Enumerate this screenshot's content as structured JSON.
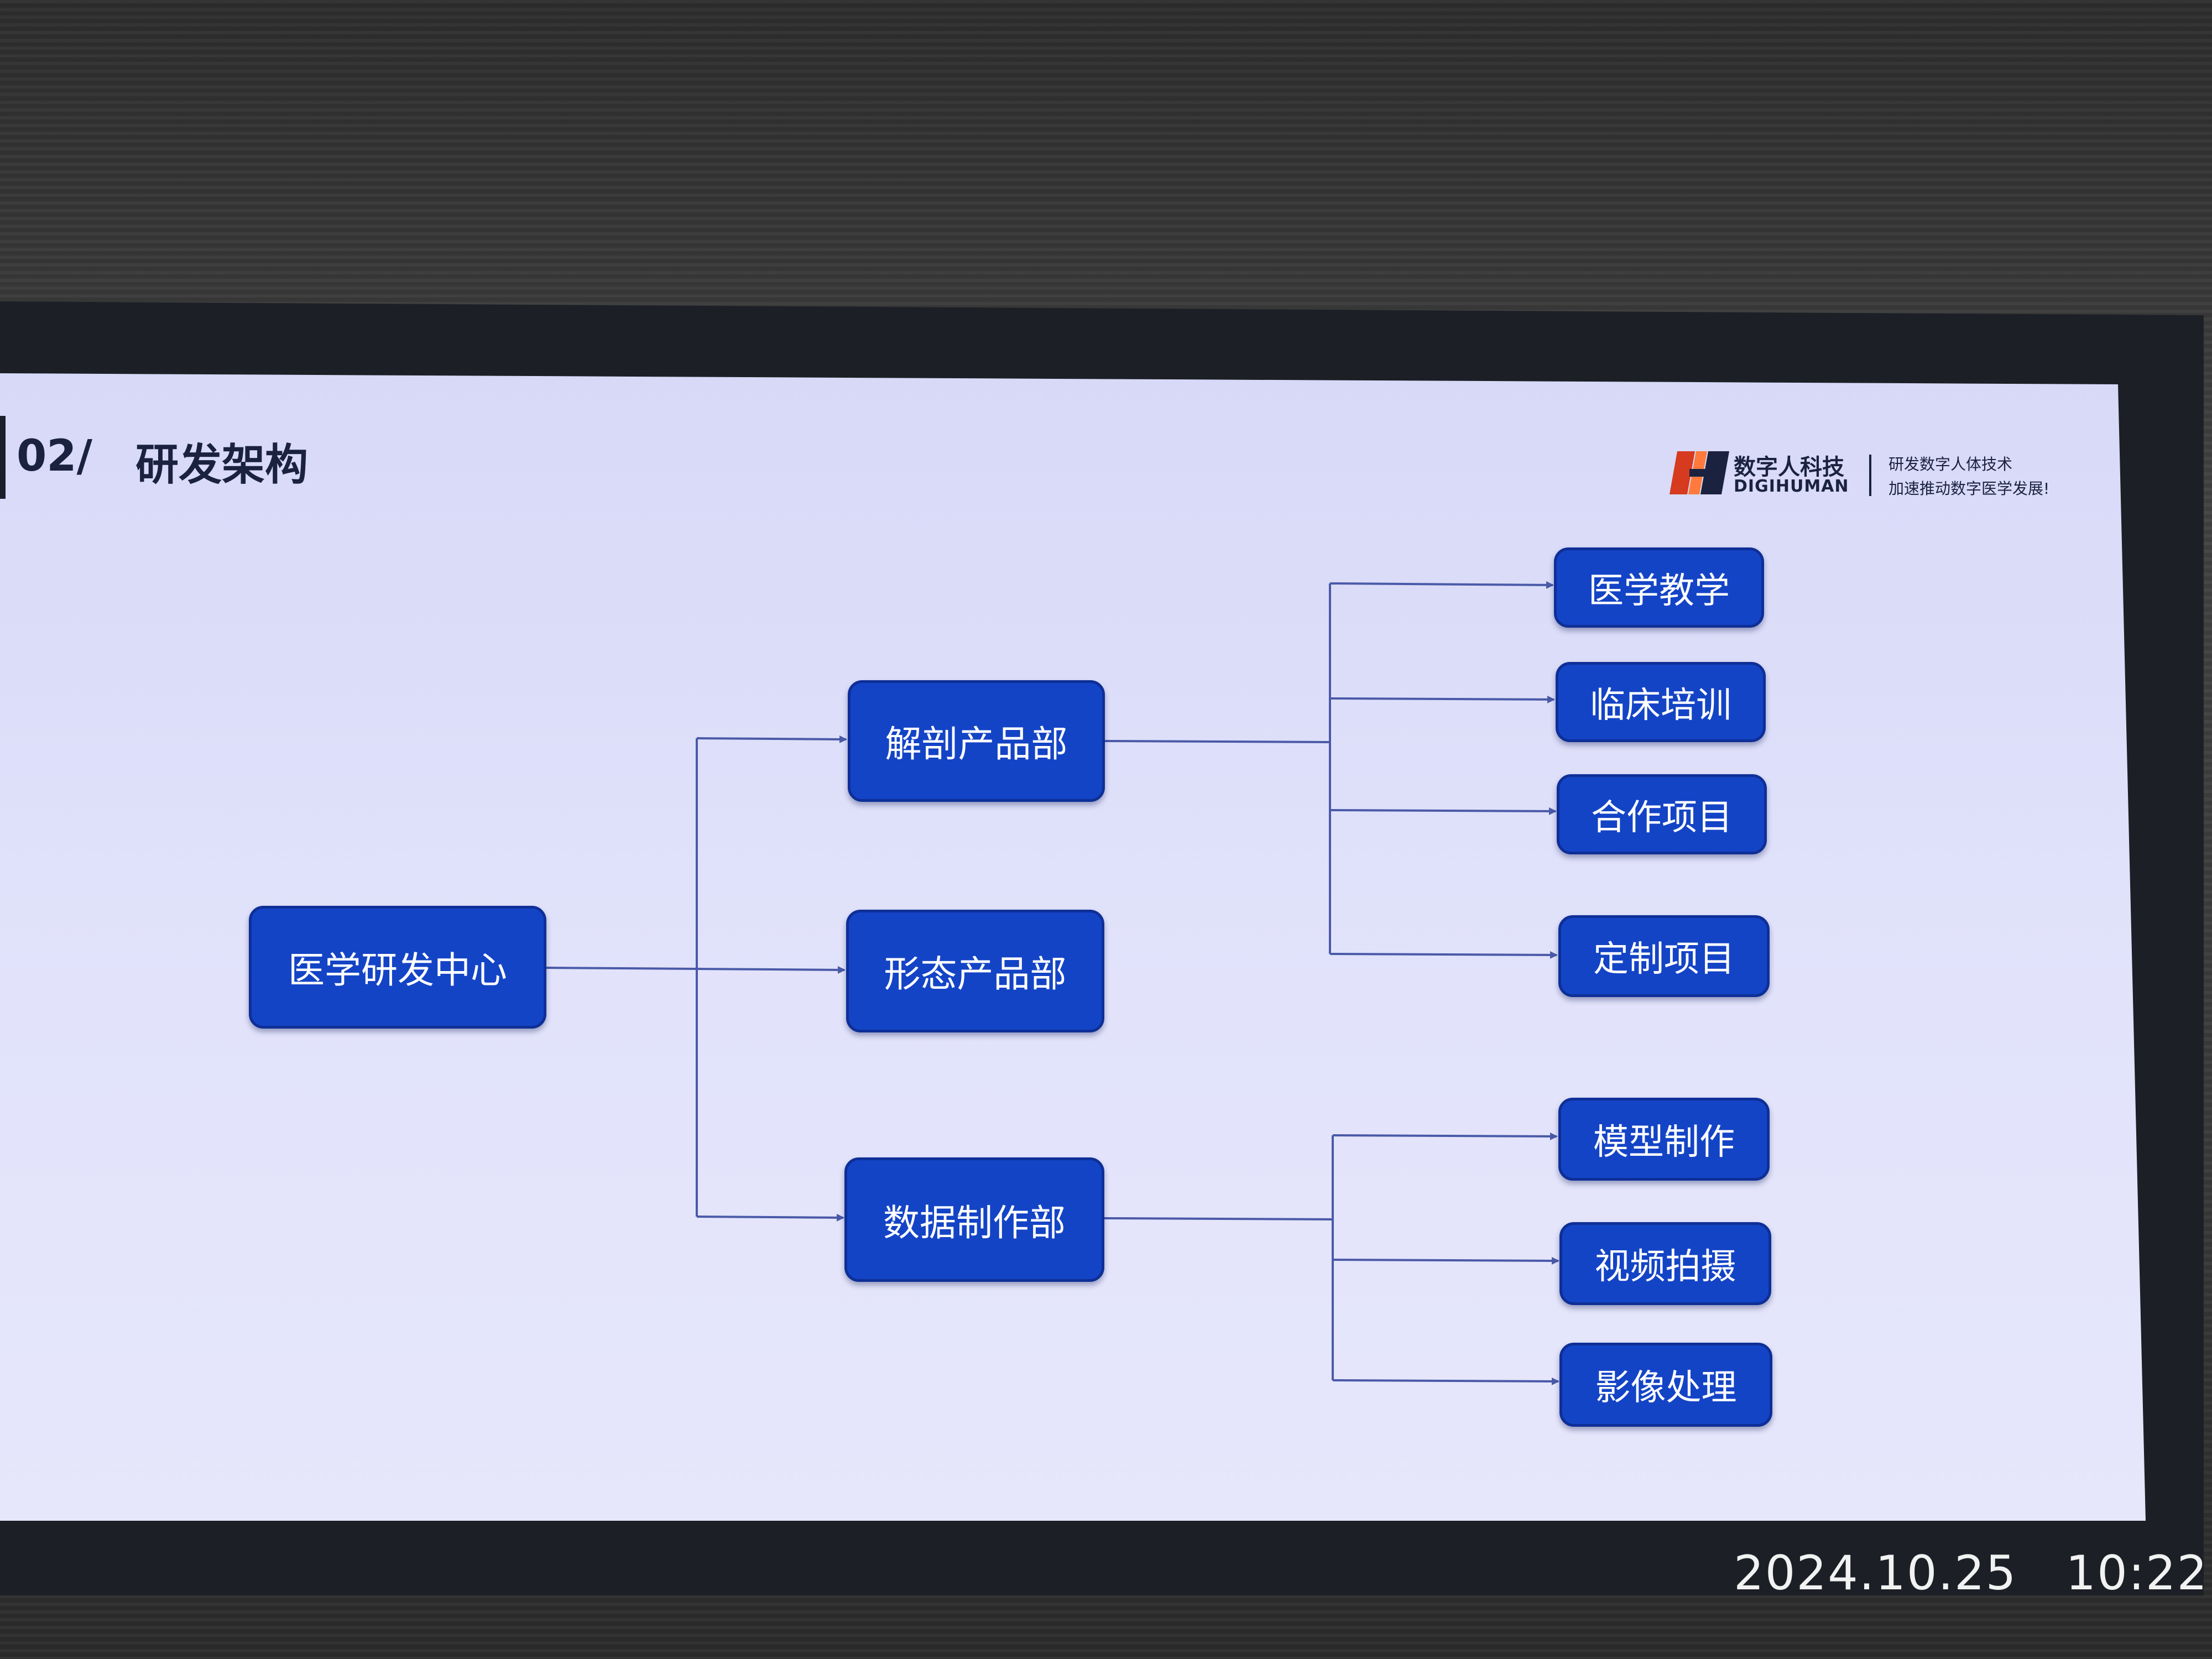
{
  "slide": {
    "number": "02/",
    "title": "研发架构"
  },
  "brand": {
    "name_cn": "数字人科技",
    "name_en": "DIGIHUMAN",
    "slogan_line1": "研发数字人体技术",
    "slogan_line2": "加速推动数字医学发展!",
    "colors": {
      "logo_red": "#d63a1f",
      "logo_dark": "#1a2240"
    }
  },
  "org_chart": {
    "root": "医学研发中心",
    "departments": [
      {
        "name": "解剖产品部",
        "children": [
          "医学教学",
          "临床培训",
          "合作项目",
          "定制项目"
        ]
      },
      {
        "name": "形态产品部",
        "children": []
      },
      {
        "name": "数据制作部",
        "children": [
          "模型制作",
          "视频拍摄",
          "影像处理"
        ]
      }
    ]
  },
  "colors": {
    "node_fill": "#1444c6",
    "node_border": "#0e2f97",
    "connector": "#4a5aa8",
    "screen_bg": "#dcdef9"
  },
  "photo_timestamp": "2024.10.25   10:22"
}
